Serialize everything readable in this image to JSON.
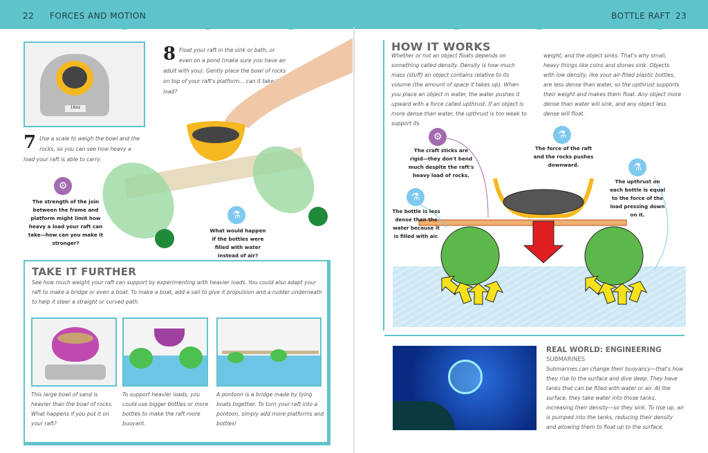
{
  "header": {
    "left_page_number": "22",
    "left_title": "FORCES AND MOTION",
    "right_title": "BOTTLE RAFT",
    "right_page_number": "23"
  },
  "colors": {
    "accent": "#5fc3cc",
    "gear_icon": "#a46ab0",
    "flask_icon": "#7ec9ef",
    "bottle": "#5db84b",
    "bowl": "#f5b820",
    "arrow_down": "#e02020",
    "arrow_up": "#f5e21c",
    "water": "#cfe8f5"
  },
  "steps": [
    {
      "number": "7",
      "text": "Use a scale to weigh the bowl and the rocks, so you can see how heavy a load your raft is able to carry."
    },
    {
      "number": "8",
      "text": "Float your raft in the sink or bath, or even on a pond (make sure you have an adult with you). Gently place the bowl of rocks on top of your raft's platform... can it take the load?"
    }
  ],
  "scale_display": "16oz",
  "callouts_left": [
    {
      "icon": "gear-icon",
      "text": "The strength of the join between the frame and platform might limit how heavy a load your raft can take—how can you make it stronger?"
    },
    {
      "icon": "flask-icon",
      "text": "What would happen if the bottles were filled with water instead of air?"
    }
  ],
  "take_it_further": {
    "title": "TAKE IT FURTHER",
    "text": "See how much weight your raft can support by experimenting with heavier loads. You could also adapt your raft to make a bridge or even a boat. To make a boat, add a sail to give it propulsion and a rudder underneath to help it steer a straight or curved path.",
    "captions": [
      "This large bowl of sand is heavier than the bowl of rocks. What happens if you put it on your raft?",
      "To support heavier loads, you could use bigger bottles or more bottles to make the raft more buoyant.",
      "A pontoon is a bridge made by tying boats together. To turn your raft into a pontoon, simply add more platforms and bottles!"
    ]
  },
  "how_it_works": {
    "title": "HOW IT WORKS",
    "col1": "Whether or not an object floats depends on something called density. Density is how much mass (stuff) an object contains relative to its volume (the amount of space it takes up). When you place an object in water, the water pushes it upward with a force called upthrust. If an object is more dense than water, the upthrust is too weak to support its",
    "col2": "weight, and the object sinks. That's why small, heavy things like coins and stones sink. Objects with low density, like your air-filled plastic bottles, are less dense than water, so the upthrust supports their weight and makes them float. Any object more dense than water will sink, and any object less dense will float."
  },
  "diagram_labels": [
    {
      "icon": "gear-icon",
      "text": "The craft sticks are rigid—they don't bend much despite the raft's heavy load of rocks."
    },
    {
      "icon": "flask-icon",
      "text": "The force of the raft and the rocks pushes downward."
    },
    {
      "icon": "flask-icon",
      "text": "The bottle is less dense than the water because it is filled with air."
    },
    {
      "icon": "flask-icon",
      "text": "The upthrust on each bottle is equal to the force of the load pressing down on it."
    }
  ],
  "real_world": {
    "title": "REAL WORLD: ENGINEERING",
    "subtitle": "SUBMARINES",
    "text": "Submarines can change their buoyancy—that's how they rise to the surface and dive deep. They have tanks that can be filled with water or air. At the surface, they take water into those tanks, increasing their density—so they sink. To rise up, air is pumped into the tanks, reducing their density and allowing them to float up to the surface."
  }
}
